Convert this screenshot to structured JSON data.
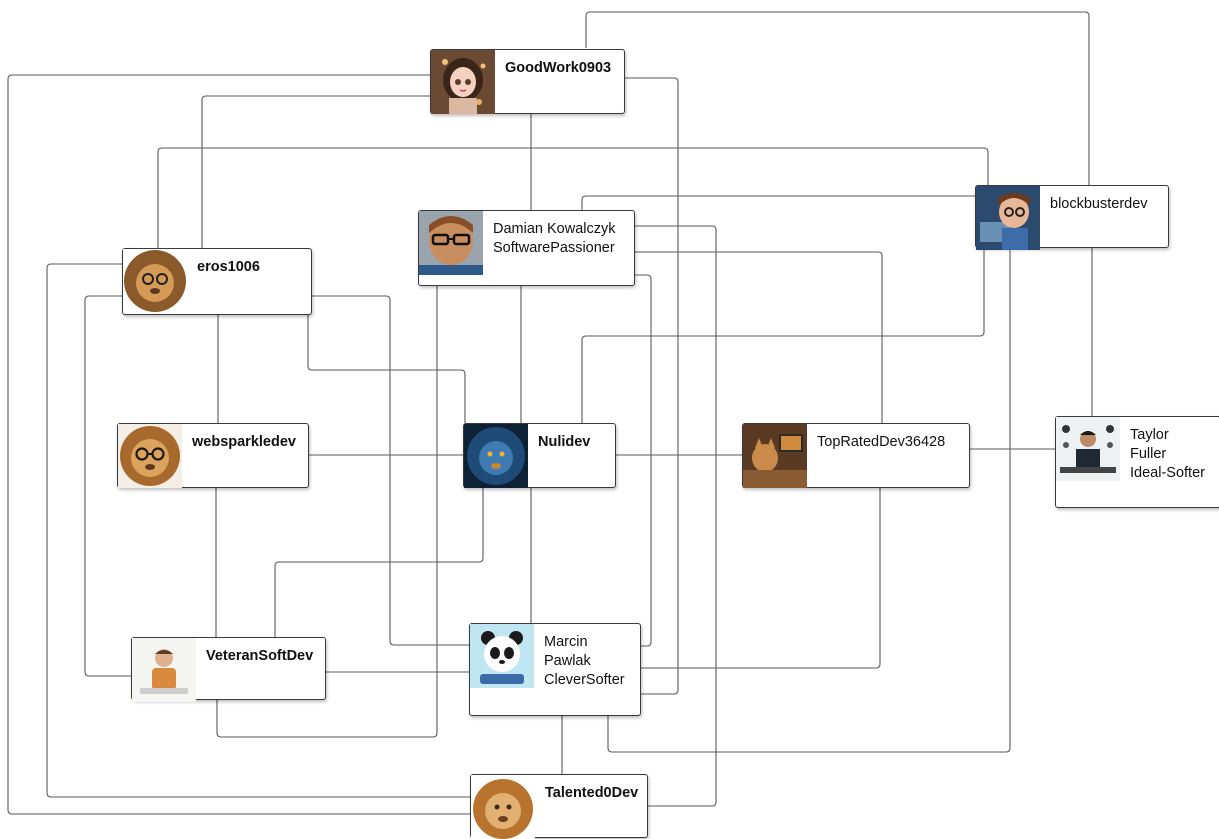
{
  "nodes": {
    "goodwork": {
      "lines": [
        "GoodWork0903"
      ],
      "bold": true,
      "avatar": "avatar-girl-icon"
    },
    "damian": {
      "lines": [
        "Damian Kowalczyk",
        "SoftwarePassioner"
      ],
      "bold": false,
      "avatar": "avatar-glasses-man-icon"
    },
    "blockbuster": {
      "lines": [
        "blockbusterdev"
      ],
      "bold": false,
      "avatar": "avatar-cartoon-boy-icon"
    },
    "eros": {
      "lines": [
        "eros1006"
      ],
      "bold": true,
      "avatar": "avatar-lion-glasses-icon"
    },
    "websparkle": {
      "lines": [
        "websparkledev"
      ],
      "bold": true,
      "avatar": "avatar-lion-glasses-icon"
    },
    "nulidev": {
      "lines": [
        "Nulidev"
      ],
      "bold": true,
      "avatar": "avatar-blue-lion-icon"
    },
    "toprated": {
      "lines": [
        "TopRatedDev36428"
      ],
      "bold": false,
      "avatar": "avatar-cat-desk-icon"
    },
    "taylor": {
      "lines": [
        "Taylor",
        "Fuller",
        "Ideal-Softer"
      ],
      "bold": false,
      "avatar": "avatar-man-desk-icon"
    },
    "veteran": {
      "lines": [
        "VeteranSoftDev"
      ],
      "bold": true,
      "avatar": "avatar-man-orange-icon"
    },
    "marcin": {
      "lines": [
        "Marcin",
        "Pawlak",
        "CleverSofter"
      ],
      "bold": false,
      "avatar": "avatar-panda-icon"
    },
    "talented": {
      "lines": [
        "Talented0Dev"
      ],
      "bold": true,
      "avatar": "avatar-lion-icon"
    }
  },
  "colors": {
    "wire": "#555555",
    "border": "#3a3a3a"
  }
}
